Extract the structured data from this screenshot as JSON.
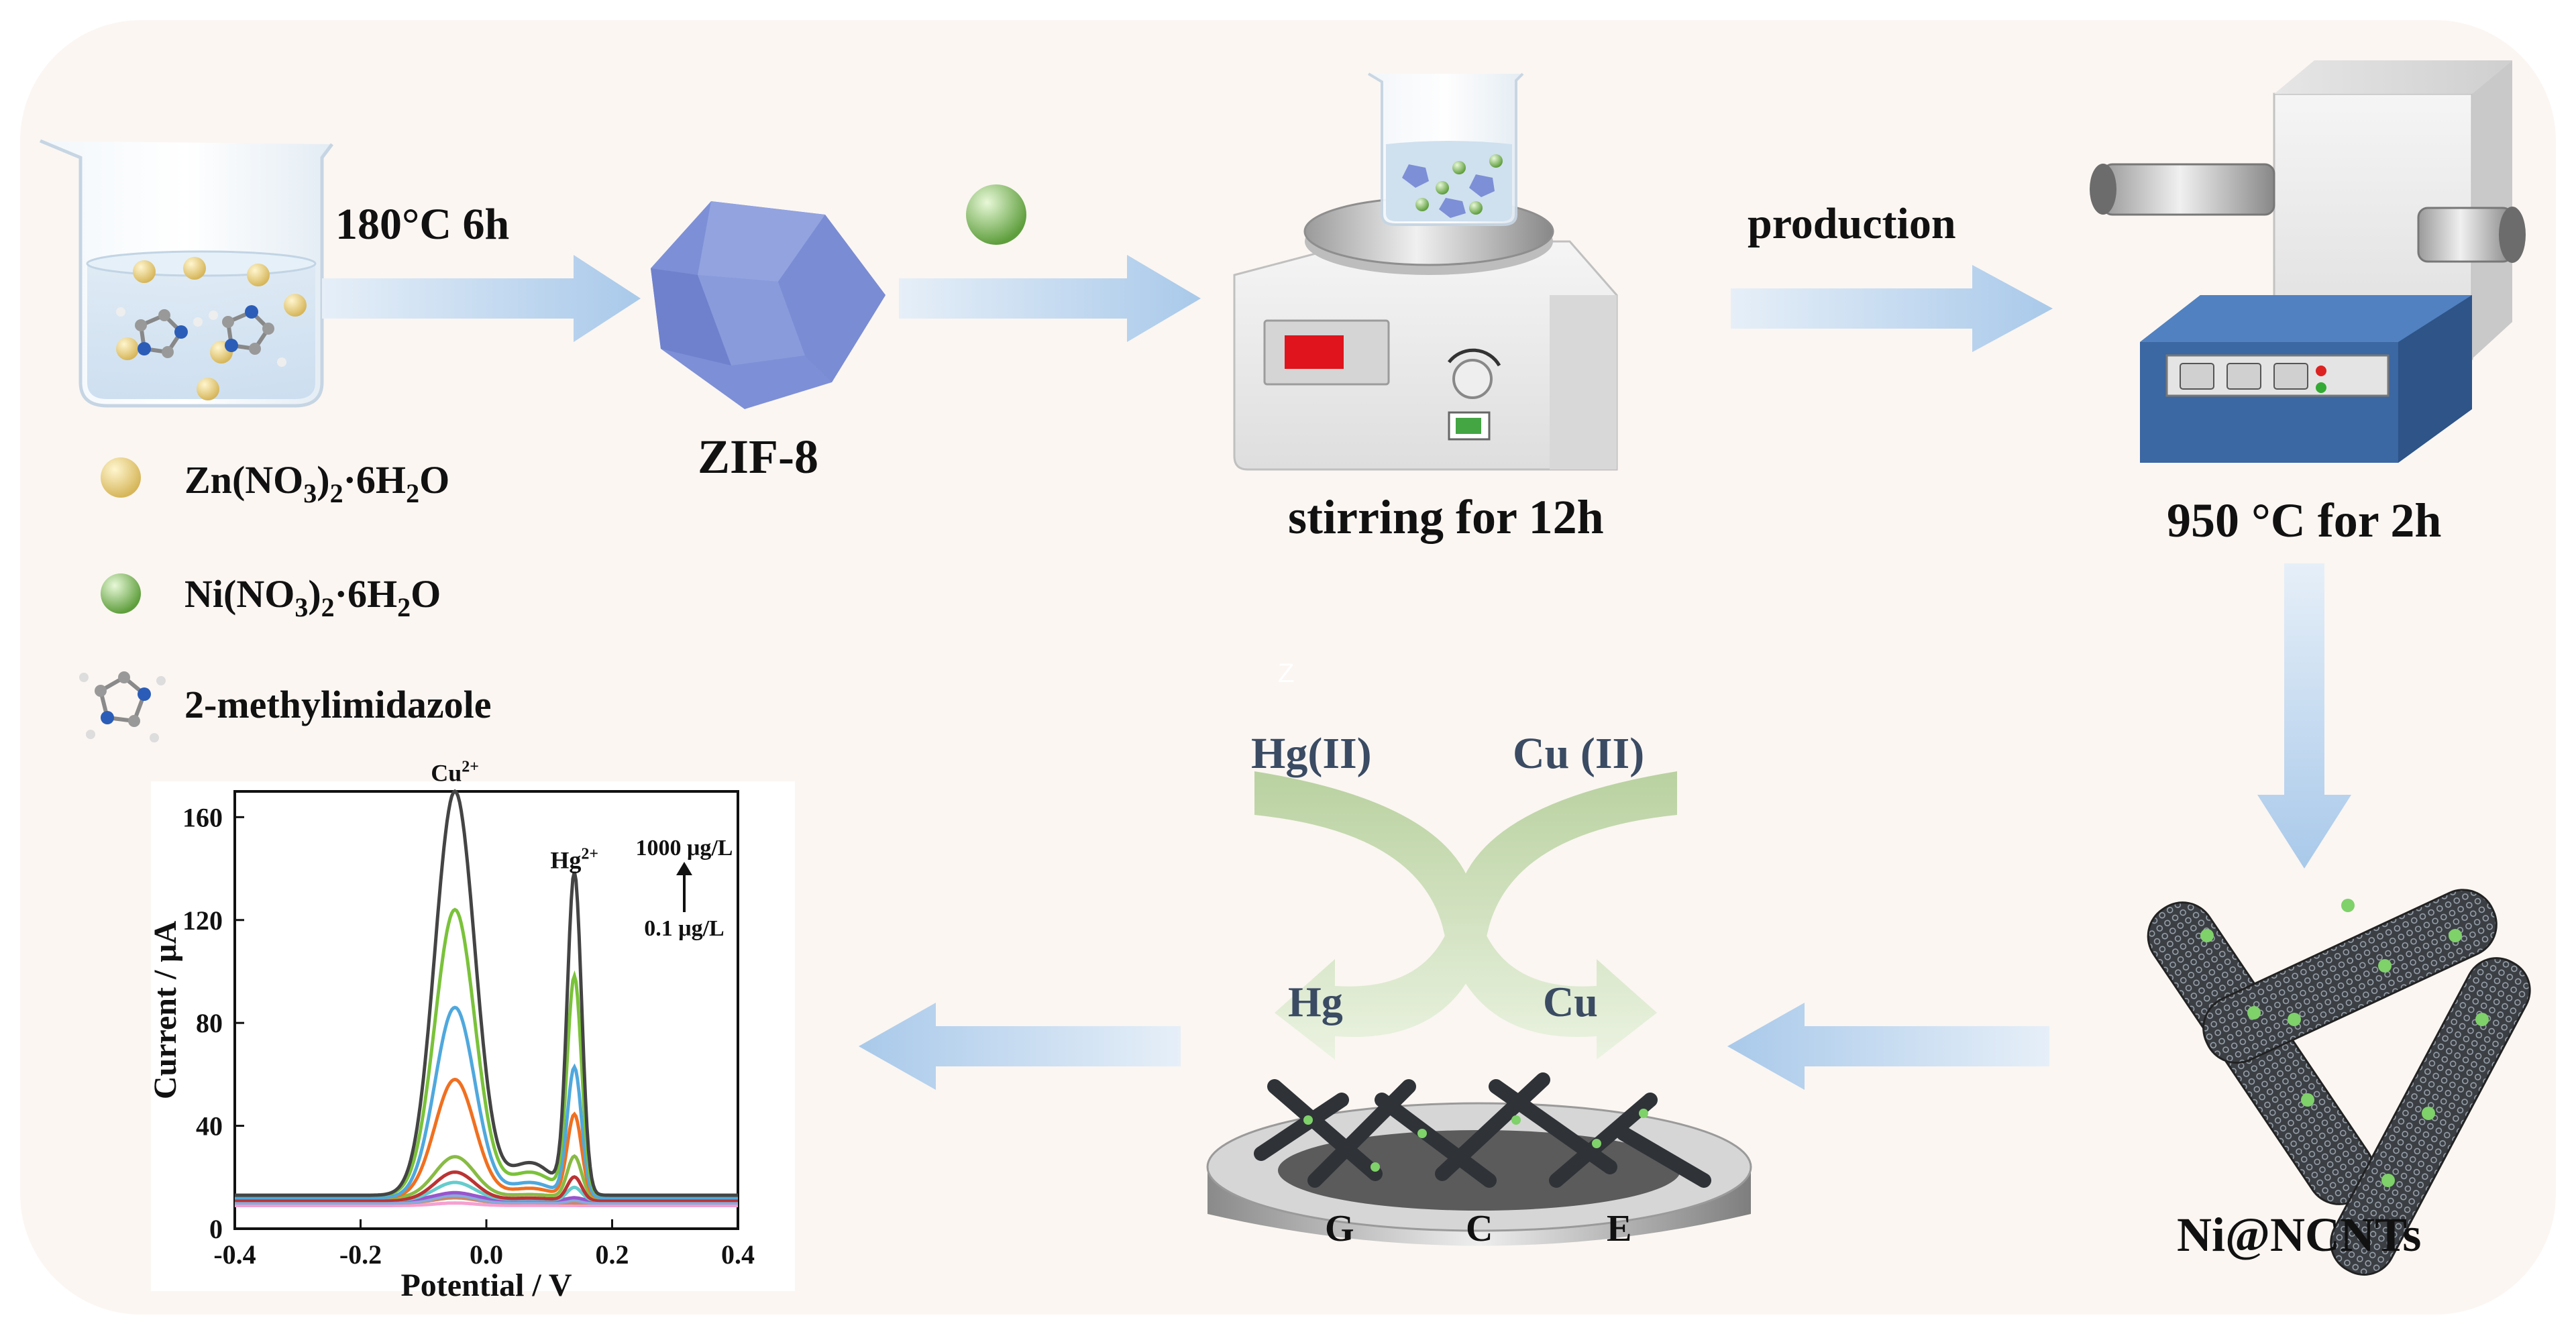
{
  "colors": {
    "panel_bg": "#fbf6f2",
    "arrow": "#b9d3ec",
    "zif8": "#7d8fd6",
    "zn_ball": "#e8cf7c",
    "ni_ball": "#8fcb6a",
    "curve_arrow": "#c7ddb2",
    "text_dark": "#111111",
    "text_slate": "#3a4b63"
  },
  "steps": {
    "step1_condition": "180°C 6h",
    "zif8_label": "ZIF-8",
    "stirring_label": "stirring for 12h",
    "production_label": "production",
    "furnace_label": "950 °C for 2h",
    "product_label": "Ni@NCNTs",
    "electrode_label": [
      "G",
      "C",
      "E"
    ]
  },
  "legend": [
    {
      "icon": "zn-ball-icon",
      "text_main": "Zn(NO",
      "sub1": "3",
      "mid": ")",
      "sub2": "2",
      "tail": "·6H",
      "sub3": "2",
      "end": "O"
    },
    {
      "icon": "ni-ball-icon",
      "text_main": "Ni(NO",
      "sub1": "3",
      "mid": ")",
      "sub2": "2",
      "tail": "·6H",
      "sub3": "2",
      "end": "O"
    },
    {
      "icon": "imidazole-molecule-icon",
      "text": "2-methylimidazole"
    }
  ],
  "detection": {
    "stray_mark": "Z",
    "in_left": "Hg(II)",
    "in_right": "Cu (II)",
    "out_left": "Hg",
    "out_right": "Cu"
  },
  "chart_data": {
    "type": "line",
    "xlabel": "Potential / V",
    "ylabel": "Current / μA",
    "xlim": [
      -0.4,
      0.4
    ],
    "ylim": [
      0,
      170
    ],
    "xticks": [
      "-0.4",
      "-0.2",
      "0.0",
      "0.2",
      "0.4"
    ],
    "yticks": [
      "0",
      "40",
      "80",
      "120",
      "160"
    ],
    "peak_labels": [
      {
        "base": "Cu",
        "sup": "2+",
        "x": -0.05,
        "y": 172
      },
      {
        "base": "Hg",
        "sup": "2+",
        "x": 0.14,
        "y": 138
      }
    ],
    "range_top": "1000 μg/L",
    "range_bottom": "0.1 μg/L",
    "peak_positions_V": {
      "Cu": -0.05,
      "Hg": 0.14
    },
    "series": [
      {
        "color": "#f5a0d0",
        "cu_peak": 10,
        "hg_peak": 9,
        "base": 9
      },
      {
        "color": "#cc8866",
        "cu_peak": 12,
        "hg_peak": 10,
        "base": 10
      },
      {
        "color": "#88aadd",
        "cu_peak": 13,
        "hg_peak": 11,
        "base": 10
      },
      {
        "color": "#9955cc",
        "cu_peak": 14,
        "hg_peak": 12,
        "base": 11
      },
      {
        "color": "#66cccc",
        "cu_peak": 18,
        "hg_peak": 16,
        "base": 11
      },
      {
        "color": "#bb3333",
        "cu_peak": 22,
        "hg_peak": 20,
        "base": 11
      },
      {
        "color": "#88bb44",
        "cu_peak": 28,
        "hg_peak": 28,
        "base": 12
      },
      {
        "color": "#f07020",
        "cu_peak": 58,
        "hg_peak": 44,
        "base": 12
      },
      {
        "color": "#4fa8dd",
        "cu_peak": 86,
        "hg_peak": 62,
        "base": 12
      },
      {
        "color": "#7ac23a",
        "cu_peak": 124,
        "hg_peak": 97,
        "base": 13
      },
      {
        "color": "#444444",
        "cu_peak": 170,
        "hg_peak": 137,
        "base": 13
      }
    ]
  }
}
